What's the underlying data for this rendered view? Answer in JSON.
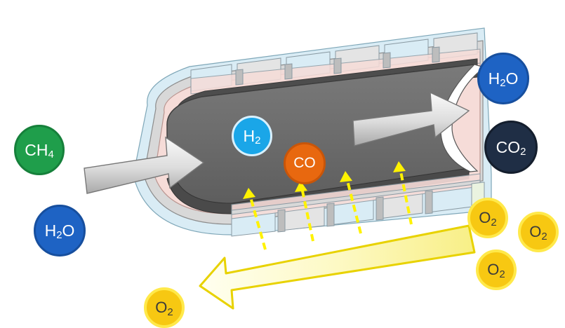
{
  "molecules": {
    "ch4": {
      "base": "CH",
      "sub": "4"
    },
    "h2o_left": {
      "base": "H",
      "sub": "2",
      "tail": "O"
    },
    "h2o_right": {
      "base": "H",
      "sub": "2",
      "tail": "O"
    },
    "co2": {
      "base": "CO",
      "sub": "2"
    },
    "h2": {
      "base": "H",
      "sub": "2"
    },
    "co": {
      "base": "CO"
    },
    "o2_a": {
      "base": "O",
      "sub": "2"
    },
    "o2_b": {
      "base": "O",
      "sub": "2"
    },
    "o2_c": {
      "base": "O",
      "sub": "2"
    },
    "o2_d": {
      "base": "O",
      "sub": "2"
    }
  },
  "colors": {
    "tube_core": "#6f6f6f",
    "tube_dark": "#4d4d4d",
    "layer_pink": "#f6dcd8",
    "layer_gray": "#d8d8d8",
    "layer_blue": "#d9ecf5",
    "oxygen_arrow": "#fbf7b0",
    "oxygen_flux": "#fff200",
    "gas_arrow": "#e8e8e8"
  }
}
